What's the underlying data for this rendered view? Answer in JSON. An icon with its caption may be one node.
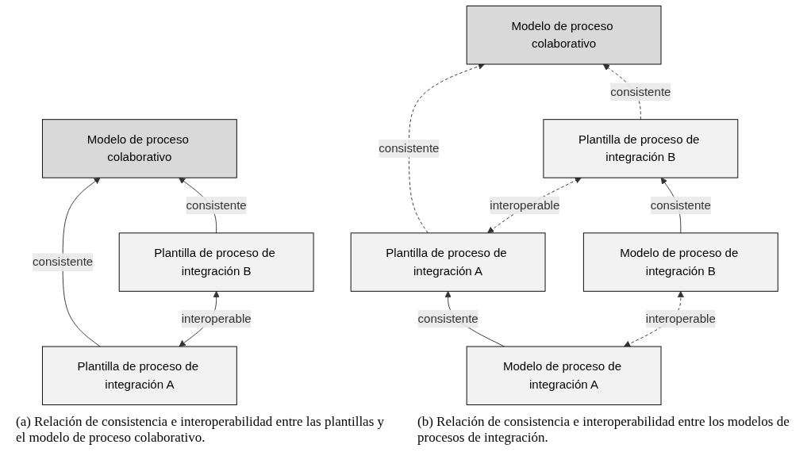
{
  "diagram": {
    "nodes": [
      {
        "text": [
          "Modelo de proceso colaborativo"
        ]
      },
      {
        "text": [
          "Plantilla de proceso de integración A"
        ]
      },
      {
        "text": [
          "Plantilla de proceso de integración B"
        ]
      },
      {
        "text": [
          "Modelo de proceso colaborativo"
        ]
      },
      {
        "text": [
          "Plantilla de proceso de integración A"
        ]
      },
      {
        "text": [
          "Plantilla de proceso de integración B"
        ]
      },
      {
        "text": [
          "Modelo de proceso de integración A"
        ]
      },
      {
        "text": [
          "Modelo de proceso de integración B"
        ]
      }
    ],
    "edges": [
      {
        "from": 1,
        "to": 0,
        "arrow": "to",
        "label": "consistente"
      },
      {
        "from": 2,
        "to": 0,
        "arrow": "to",
        "label": "consistente"
      },
      {
        "from": 1,
        "to": 2,
        "arrow": "both",
        "label": "interoperable"
      },
      {
        "from": 4,
        "to": 3,
        "arrow": "to",
        "label": "consistente",
        "style": "dashed"
      },
      {
        "from": 5,
        "to": 3,
        "arrow": "to",
        "label": "consistente",
        "style": "dashed"
      },
      {
        "from": 4,
        "to": 5,
        "arrow": "both",
        "label": "interoperable",
        "style": "dashed"
      },
      {
        "from": 6,
        "to": 4,
        "arrow": "to",
        "label": "consistente"
      },
      {
        "from": 7,
        "to": 5,
        "arrow": "to",
        "label": "consistente"
      },
      {
        "from": 6,
        "to": 7,
        "arrow": "both",
        "label": "interoperable",
        "style": "dashed"
      }
    ],
    "labels": [
      "(a) Relación de consistencia e interoperabilidad entre las plantillas y el modelo de proceso colaborativo.",
      "(b) Relación de consistencia e interoperabilidad entre los modelos de procesos de integración."
    ]
  }
}
